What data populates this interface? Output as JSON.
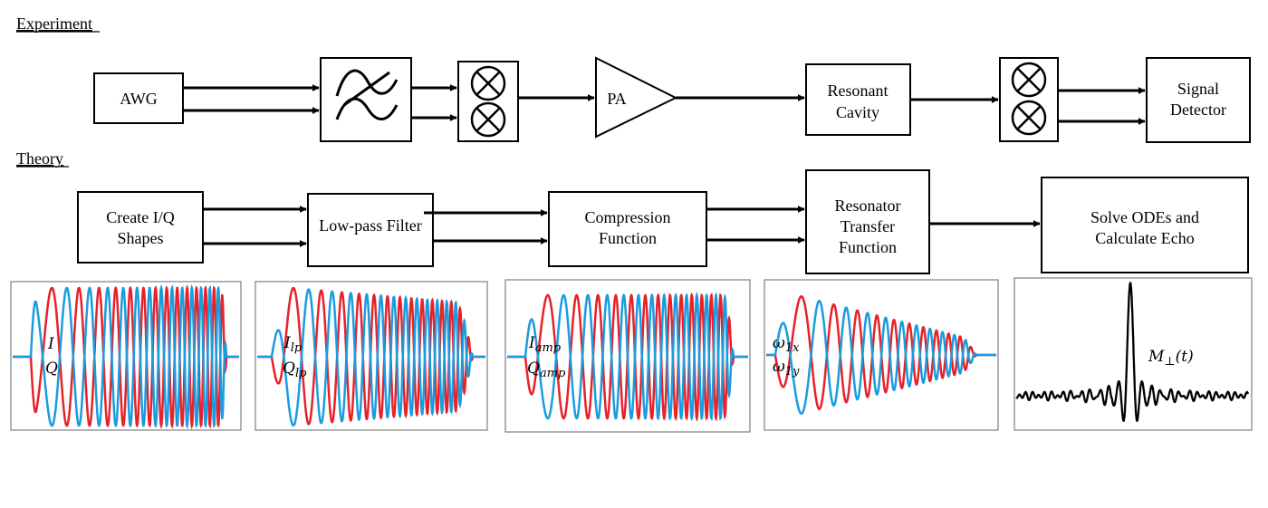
{
  "sections": {
    "experiment": "Experiment",
    "theory": "Theory"
  },
  "experiment": {
    "awg": "AWG",
    "pa": "PA",
    "cavity_line1": "Resonant",
    "cavity_line2": "Cavity",
    "detector_line1": "Signal",
    "detector_line2": "Detector"
  },
  "theory": {
    "create_line1": "Create I/Q",
    "create_line2": "Shapes",
    "lowpass": "Low-pass Filter",
    "compression_line1": "Compression",
    "compression_line2": "Function",
    "resonator_line1": "Resonator",
    "resonator_line2": "Transfer",
    "resonator_line3": "Function",
    "solve_line1": "Solve ODEs and",
    "solve_line2": "Calculate Echo"
  },
  "panels": {
    "p1": {
      "a": "I",
      "b": "Q"
    },
    "p2": {
      "a": "I",
      "a_sub": "lp",
      "b": "Q",
      "b_sub": "lp"
    },
    "p3": {
      "a": "I",
      "a_sub": "amp",
      "b": "Q",
      "b_sub": "amp"
    },
    "p4": {
      "a": "ω",
      "a_sub": "1x",
      "b": "ω",
      "b_sub": "1y"
    },
    "p5": {
      "a": "M",
      "a_sub": "⊥",
      "a_rest": "(t)"
    }
  },
  "colors": {
    "blue": "#1a9ce0",
    "red": "#e8212a",
    "black": "#000000",
    "panel_border": "#7f7f7f"
  },
  "icons": {
    "filter": "lowpass-filter-symbol-icon",
    "mixer": "mixer-circle-x-icon",
    "amplifier": "amplifier-triangle-icon"
  }
}
